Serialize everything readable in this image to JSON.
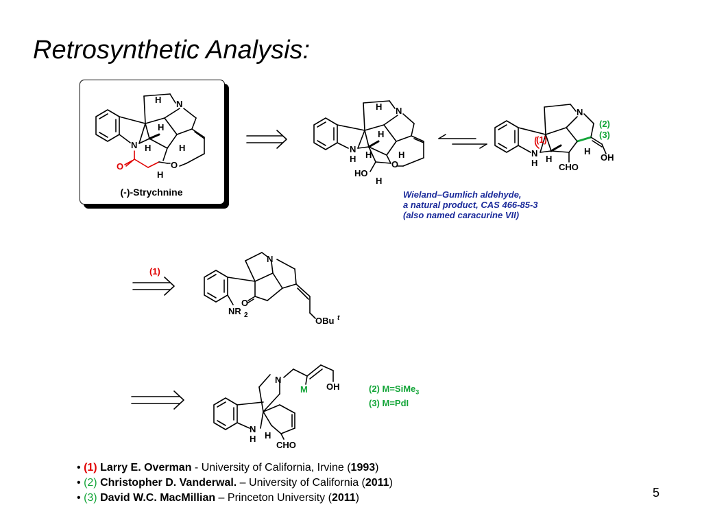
{
  "title": "Retrosynthetic Analysis:",
  "page_number": "5",
  "colors": {
    "red": "#e00000",
    "green": "#13a538",
    "blue": "#1a2a9a"
  },
  "structures": {
    "strychnine": {
      "name": "(-)-Strychnine",
      "atoms": {
        "n_top": "N",
        "n_indole": "N",
        "o_carbonyl": "O",
        "o_ether": "O",
        "h1": "H",
        "h2": "H",
        "h3": "H",
        "h4": "H",
        "h5": "H"
      }
    },
    "hemiacetal": {
      "atoms": {
        "nh": "N",
        "nh_h": "H",
        "n_top": "N",
        "o": "O",
        "ho": "HO",
        "h1": "H",
        "h2": "H",
        "h3": "H",
        "h4": "H"
      }
    },
    "aldehyde": {
      "atoms": {
        "n_top": "N",
        "nh": "N",
        "nh_h": "H",
        "cho": "CHO",
        "oh": "OH",
        "h1": "H",
        "h2": "H"
      },
      "marks": {
        "m1": "(1)",
        "m2": "(2)",
        "m3": "(3)"
      },
      "description": [
        "Wieland–Gumlich aldehyde,",
        "a natural product, CAS 466-85-3",
        "(also named caracurine VII)"
      ]
    },
    "overman": {
      "step_label": "(1)",
      "atoms": {
        "n": "N",
        "o": "O",
        "nr2": "NR",
        "nr2_sub": "2",
        "obu": "OBu",
        "obu_sup": "t"
      }
    },
    "vanderwal": {
      "atoms": {
        "n": "N",
        "nh": "N",
        "nh_h": "H",
        "h": "H",
        "cho": "CHO",
        "oh": "OH",
        "m": "M"
      },
      "notes": {
        "line1_prefix": "(2) M=SiMe",
        "line1_sub": "3",
        "line2": "(3) M=PdI"
      }
    }
  },
  "references": [
    {
      "bullet": "•",
      "num": "(1)",
      "name": "Larry E. Overman",
      "sep": " - ",
      "inst": "University of California, Irvine (",
      "year": "1993",
      "close": ")"
    },
    {
      "bullet": "•",
      "num": "(2)",
      "name": "Christopher D. Vanderwal.",
      "sep": " – ",
      "inst": "University of California (",
      "year": "2011",
      "close": ")"
    },
    {
      "bullet": "•",
      "num": "(3)",
      "name": "David W.C. MacMillian",
      "sep": " – ",
      "inst": "Princeton University (",
      "year": "2011",
      "close": ")"
    }
  ]
}
